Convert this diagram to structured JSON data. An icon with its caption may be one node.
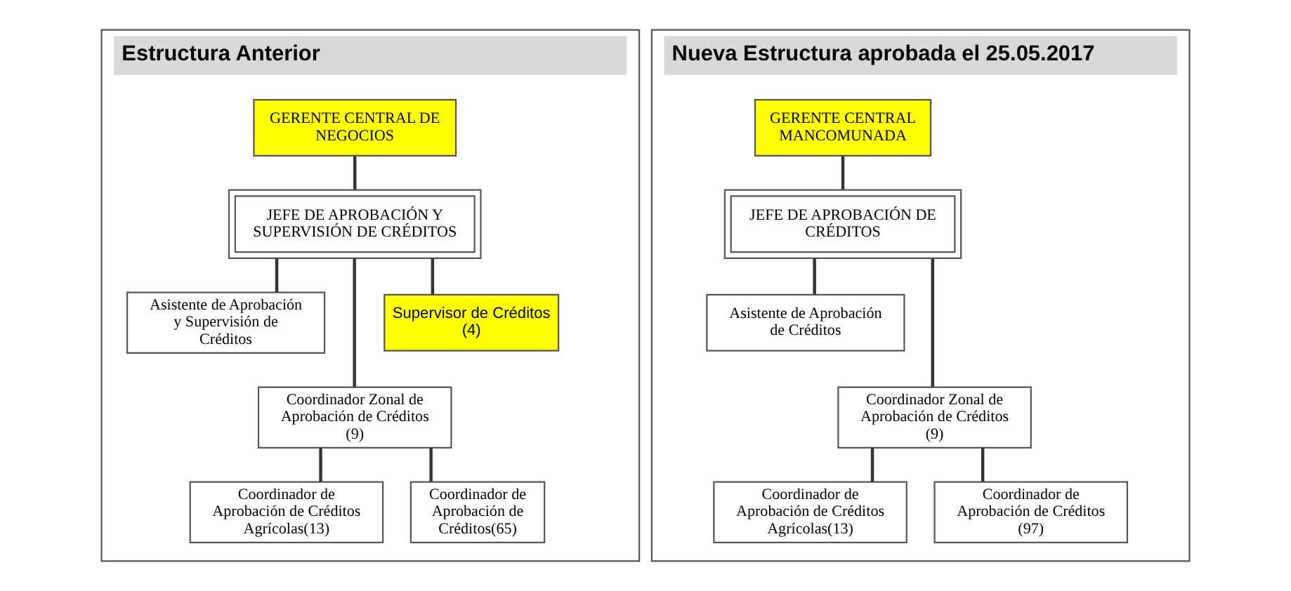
{
  "diagram": {
    "nodes": [
      {
        "text": [
          "Estructura Anterior"
        ]
      },
      {
        "text": [
          "GERENTE CENTRAL DE NEGOCIOS"
        ],
        "in": 0
      },
      {
        "text": [
          "JEFE DE APROBACIÓN Y SUPERVISIÓN DE CRÉDITOS"
        ],
        "in": 0
      },
      {
        "text": [
          "Asistente de Aprobación y Supervisión de Créditos"
        ],
        "in": 0
      },
      {
        "text": [
          "Coordinador Zonal de Aprobación de Créditos (9)"
        ],
        "in": 0
      },
      {
        "text": [
          "Supervisor de Créditos (4)"
        ],
        "in": 0
      },
      {
        "text": [
          "Coordinador de Aprobación de Créditos Agrícolas(13)"
        ],
        "in": 0
      },
      {
        "text": [
          "Coordinador de Aprobación de Créditos(65)"
        ],
        "in": 0
      },
      {
        "text": [
          "Nueva Estructura aprobada el 25.05.2017"
        ]
      },
      {
        "text": [
          "GERENTE CENTRAL MANCOMUNADA"
        ],
        "in": 8
      },
      {
        "text": [
          "JEFE DE APROBACIÓN DE CRÉDITOS"
        ],
        "in": 8
      },
      {
        "text": [
          "Asistente de Aprobación de Créditos"
        ],
        "in": 8
      },
      {
        "text": [
          "Coordinador Zonal de Aprobación de Créditos (9)"
        ],
        "in": 8
      },
      {
        "text": [
          "Coordinador de Aprobación de Créditos Agrícolas(13)"
        ],
        "in": 8
      },
      {
        "text": [
          "Coordinador de Aprobación de Créditos (97)"
        ],
        "in": 8
      }
    ],
    "edges": [
      {
        "from": 1,
        "to": 2,
        "arrow": "none"
      },
      {
        "from": 2,
        "to": 3,
        "arrow": "none"
      },
      {
        "from": 2,
        "to": 4,
        "arrow": "none"
      },
      {
        "from": 2,
        "to": 5,
        "arrow": "none"
      },
      {
        "from": 4,
        "to": 6,
        "arrow": "none"
      },
      {
        "from": 4,
        "to": 7,
        "arrow": "none"
      },
      {
        "from": 9,
        "to": 10,
        "arrow": "none"
      },
      {
        "from": 10,
        "to": 11,
        "arrow": "none"
      },
      {
        "from": 10,
        "to": 12,
        "arrow": "none"
      },
      {
        "from": 12,
        "to": 13,
        "arrow": "none"
      },
      {
        "from": 12,
        "to": 14,
        "arrow": "none"
      }
    ]
  }
}
